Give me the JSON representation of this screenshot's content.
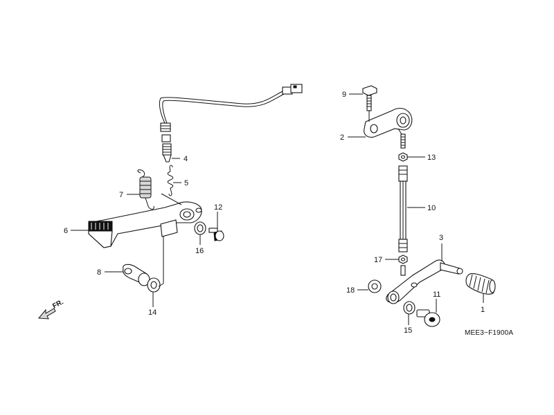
{
  "diagram": {
    "figure_code": "MEE3−F1900A",
    "front_marker": "FR.",
    "callouts": [
      "1",
      "2",
      "3",
      "4",
      "5",
      "6",
      "7",
      "8",
      "9",
      "10",
      "11",
      "12",
      "13",
      "14",
      "15",
      "16",
      "17",
      "18"
    ]
  }
}
